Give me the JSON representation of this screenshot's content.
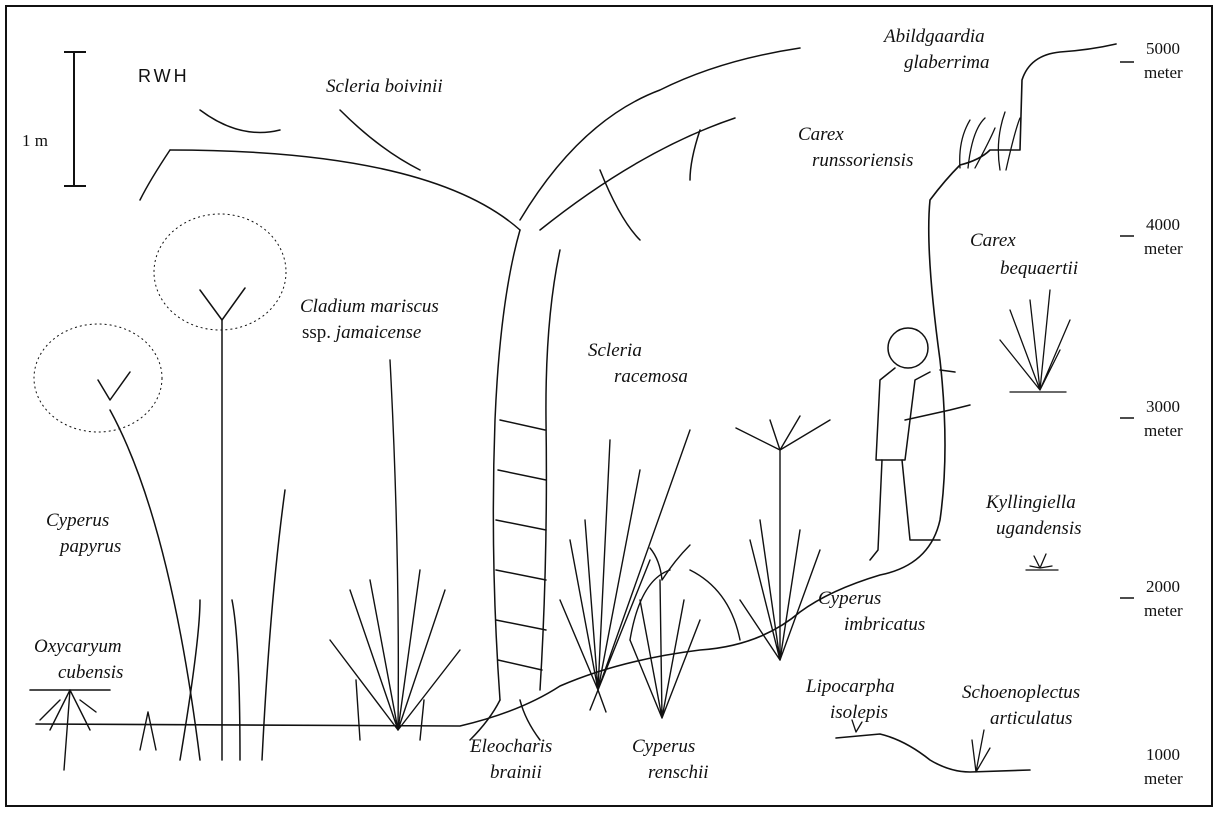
{
  "figure": {
    "signature": "RWH",
    "scale_bar_label": "1 m"
  },
  "altitudes": [
    "5000",
    "4000",
    "3000",
    "2000",
    "1000"
  ],
  "altitude_unit": "meter",
  "species": {
    "scleria_boivinii": [
      "Scleria boivinii"
    ],
    "abildgaardia": [
      "Abildgaardia",
      "glaberrima"
    ],
    "carex_runssoriensis": [
      "Carex",
      "runssoriensis"
    ],
    "carex_bequaertii": [
      "Carex",
      "bequaertii"
    ],
    "cladium": [
      "Cladium  mariscus",
      "ssp.",
      "jamaicense"
    ],
    "scleria_racemosa": [
      "Scleria",
      "racemosa"
    ],
    "cyperus_papyrus": [
      "Cyperus",
      "papyrus"
    ],
    "oxycaryum": [
      "Oxycaryum",
      "cubensis"
    ],
    "kyllingiella": [
      "Kyllingiella",
      "ugandensis"
    ],
    "cyperus_imbricatus": [
      "Cyperus",
      "imbricatus"
    ],
    "lipocarpha": [
      "Lipocarpha",
      "isolepis"
    ],
    "schoenoplectus": [
      "Schoenoplectus",
      "articulatus"
    ],
    "eleocharis": [
      "Eleocharis",
      "brainii"
    ],
    "cyperus_renschii": [
      "Cyperus",
      "renschii"
    ]
  }
}
